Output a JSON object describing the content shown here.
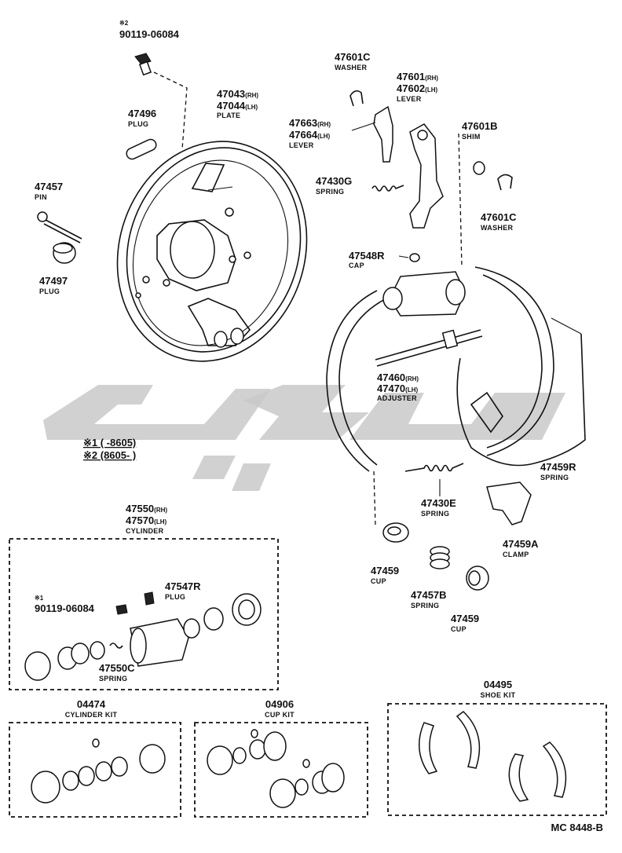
{
  "doc_code": "MC 8448-B",
  "notes": {
    "n1": "※1 (      -8605)",
    "n2": "※2 (8605-      )"
  },
  "labels": {
    "bolt_top": {
      "mark": "※2",
      "num": "90119-06084"
    },
    "plug_47496": {
      "num": "47496",
      "cap": "PLUG"
    },
    "plate": {
      "num1": "47043",
      "s1": "(RH)",
      "num2": "47044",
      "s2": "(LH)",
      "cap": "PLATE"
    },
    "pin": {
      "num": "47457",
      "cap": "PIN"
    },
    "plug_47497": {
      "num": "47497",
      "cap": "PLUG"
    },
    "washer_top": {
      "num": "47601C",
      "cap": "WASHER"
    },
    "lever_top": {
      "num1": "47601",
      "s1": "(RH)",
      "num2": "47602",
      "s2": "(LH)",
      "cap": "LEVER"
    },
    "lever_mid": {
      "num1": "47663",
      "s1": "(RH)",
      "num2": "47664",
      "s2": "(LH)",
      "cap": "LEVER"
    },
    "shim": {
      "num": "47601B",
      "cap": "SHIM"
    },
    "spring_g": {
      "num": "47430G",
      "cap": "SPRING"
    },
    "washer_right": {
      "num": "47601C",
      "cap": "WASHER"
    },
    "cap_r": {
      "num": "47548R",
      "cap": "CAP"
    },
    "adjuster": {
      "num1": "47460",
      "s1": "(RH)",
      "num2": "47470",
      "s2": "(LH)",
      "cap": "ADJUSTER"
    },
    "spring_r": {
      "num": "47459R",
      "cap": "SPRING"
    },
    "spring_e": {
      "num": "47430E",
      "cap": "SPRING"
    },
    "clamp": {
      "num": "47459A",
      "cap": "CLAMP"
    },
    "cup_left": {
      "num": "47459",
      "cap": "CUP"
    },
    "spring_b": {
      "num": "47457B",
      "cap": "SPRING"
    },
    "cup_right": {
      "num": "47459",
      "cap": "CUP"
    },
    "cylinder": {
      "num1": "47550",
      "s1": "(RH)",
      "num2": "47570",
      "s2": "(LH)",
      "cap": "CYLINDER"
    },
    "plug_r": {
      "num": "47547R",
      "cap": "PLUG"
    },
    "bolt_cyl": {
      "mark": "※1",
      "num": "90119-06084"
    },
    "spring_c": {
      "num": "47550C",
      "cap": "SPRING"
    },
    "cyl_kit": {
      "num": "04474",
      "cap": "CYLINDER KIT"
    },
    "cup_kit": {
      "num": "04906",
      "cap": "CUP KIT"
    },
    "shoe_kit": {
      "num": "04495",
      "cap": "SHOE KIT"
    }
  }
}
